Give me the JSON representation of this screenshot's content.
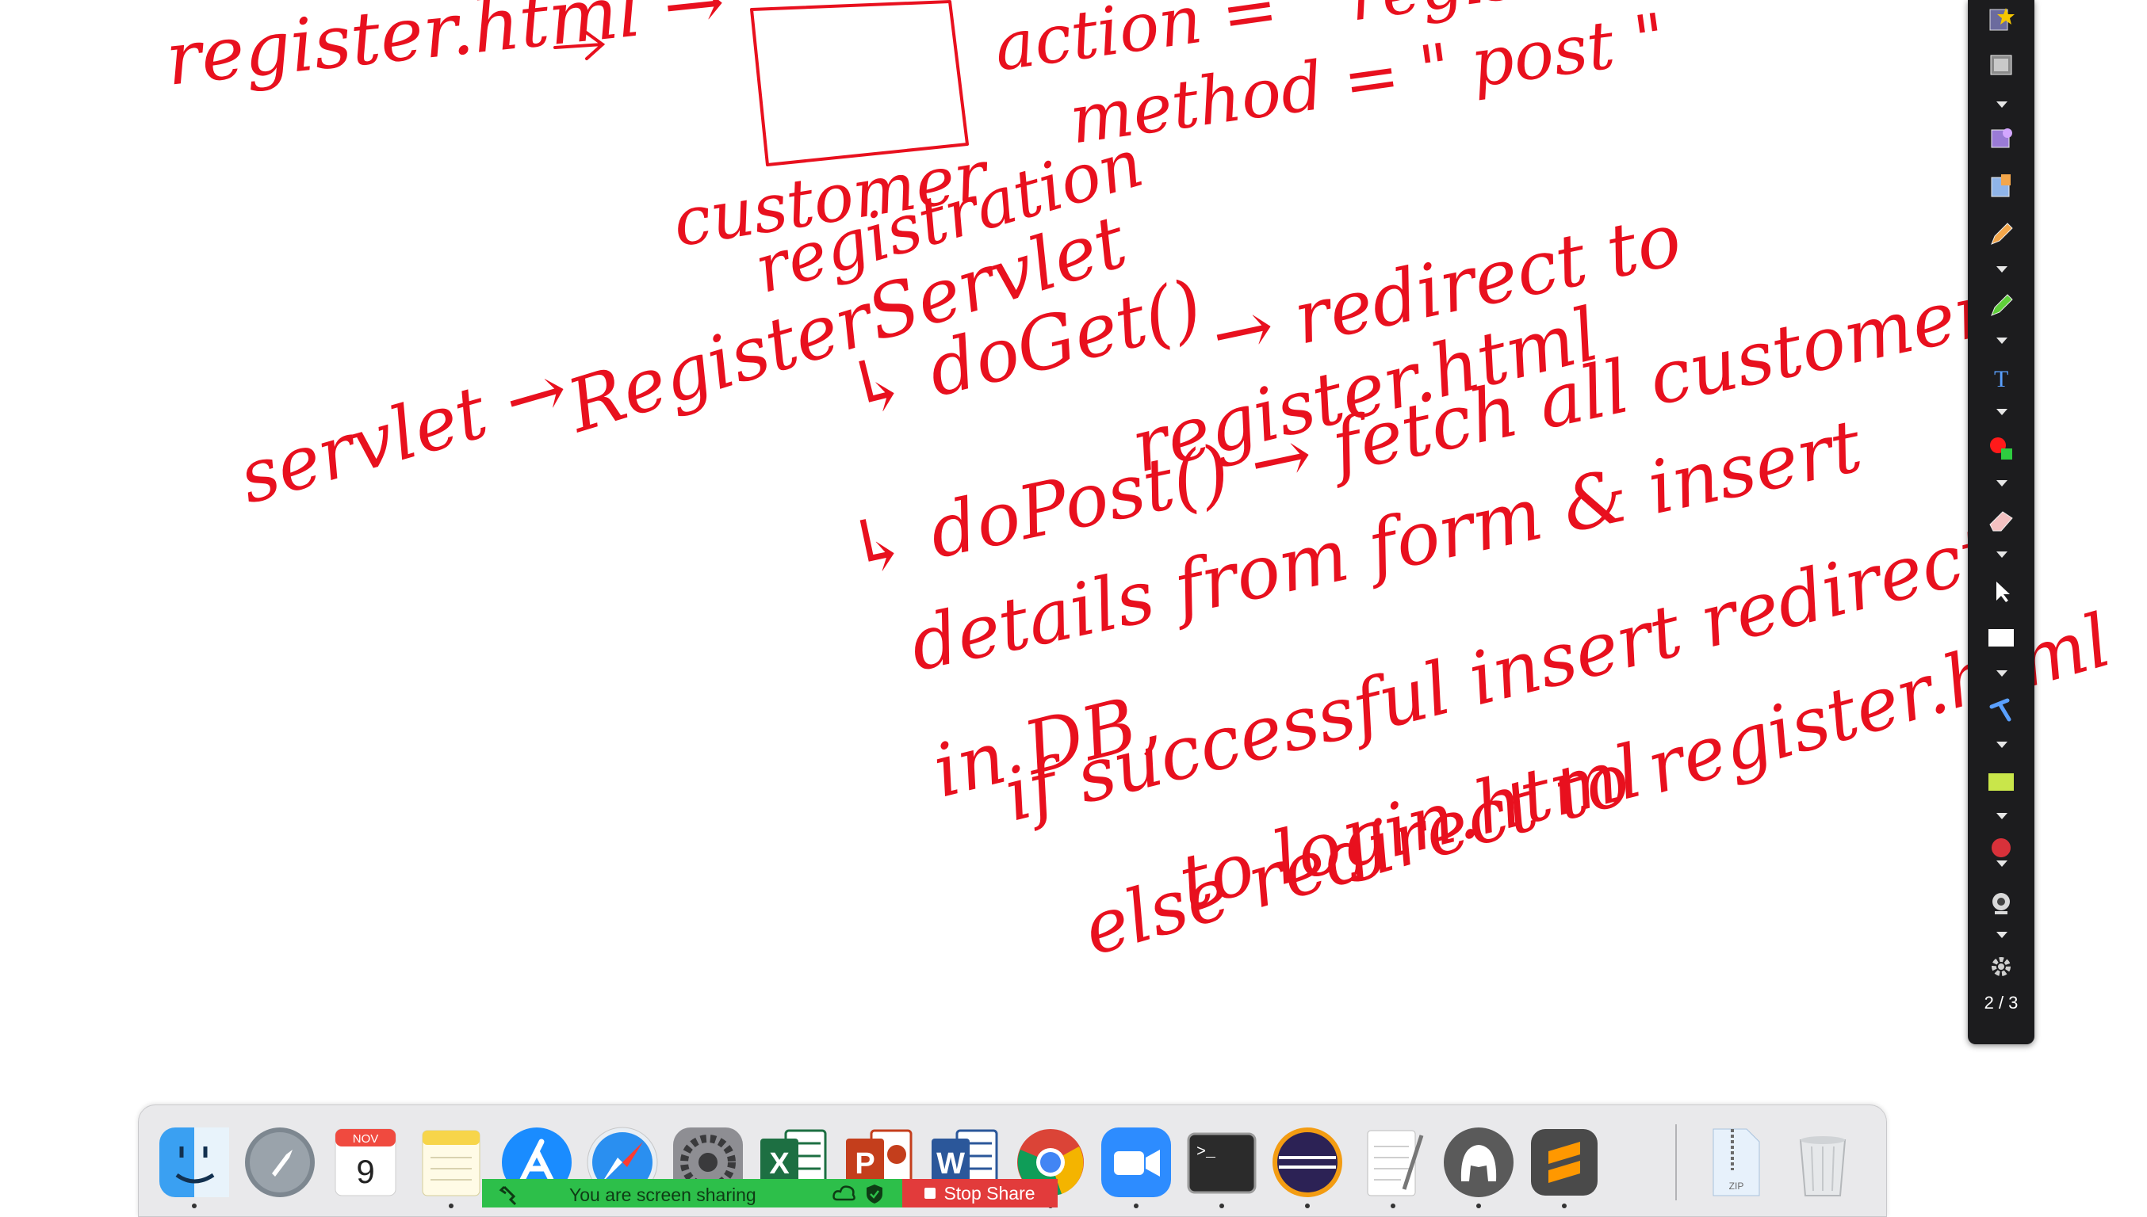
{
  "colors": {
    "ink": "#e8101e",
    "toolbar_bg": "#1c1c1e",
    "share_green": "#2dbf4a",
    "stop_red": "#e23b3b"
  },
  "whiteboard": {
    "notes": [
      "register.html →",
      "action = \" register \"",
      "method = \" post \"",
      "customer",
      "registration",
      "servlet →",
      "RegisterServlet",
      "↳ doGet()",
      "→ redirect to",
      "register.html",
      "↳ doPost() → fetch all customer",
      "details from form & insert",
      "in DB,",
      "if successful insert redirect",
      "to login.html",
      "else redirect to register.html"
    ]
  },
  "toolbar": {
    "tools": [
      "star-icon",
      "film-icon",
      "shapes-icon",
      "document-icon",
      "pencil-icon",
      "highlighter-icon",
      "text-icon",
      "color-icon",
      "eraser-icon",
      "pointer-icon",
      "rectangle-icon",
      "line-icon",
      "note-icon",
      "record-icon",
      "webcam-icon",
      "gear-icon"
    ],
    "page_counter": "2 / 3"
  },
  "dock": {
    "apps": [
      "finder-icon",
      "launchpad-icon",
      "calendar-icon",
      "notes-icon",
      "app-store-icon",
      "safari-icon",
      "system-preferences-icon",
      "excel-icon",
      "powerpoint-icon",
      "word-icon",
      "chrome-icon",
      "zoom-icon",
      "terminal-icon",
      "eclipse-icon",
      "textedit-icon",
      "mysql-workbench-icon",
      "sublime-text-icon",
      "zip-file-icon",
      "trash-icon"
    ],
    "calendar_month": "NOV",
    "calendar_day": "9",
    "excel_letter": "X",
    "powerpoint_letter": "P",
    "word_letter": "W",
    "terminal_prompt": ">_",
    "zip_label": "ZIP"
  },
  "share_bar": {
    "status": "You are screen sharing",
    "stop_label": "Stop Share"
  }
}
